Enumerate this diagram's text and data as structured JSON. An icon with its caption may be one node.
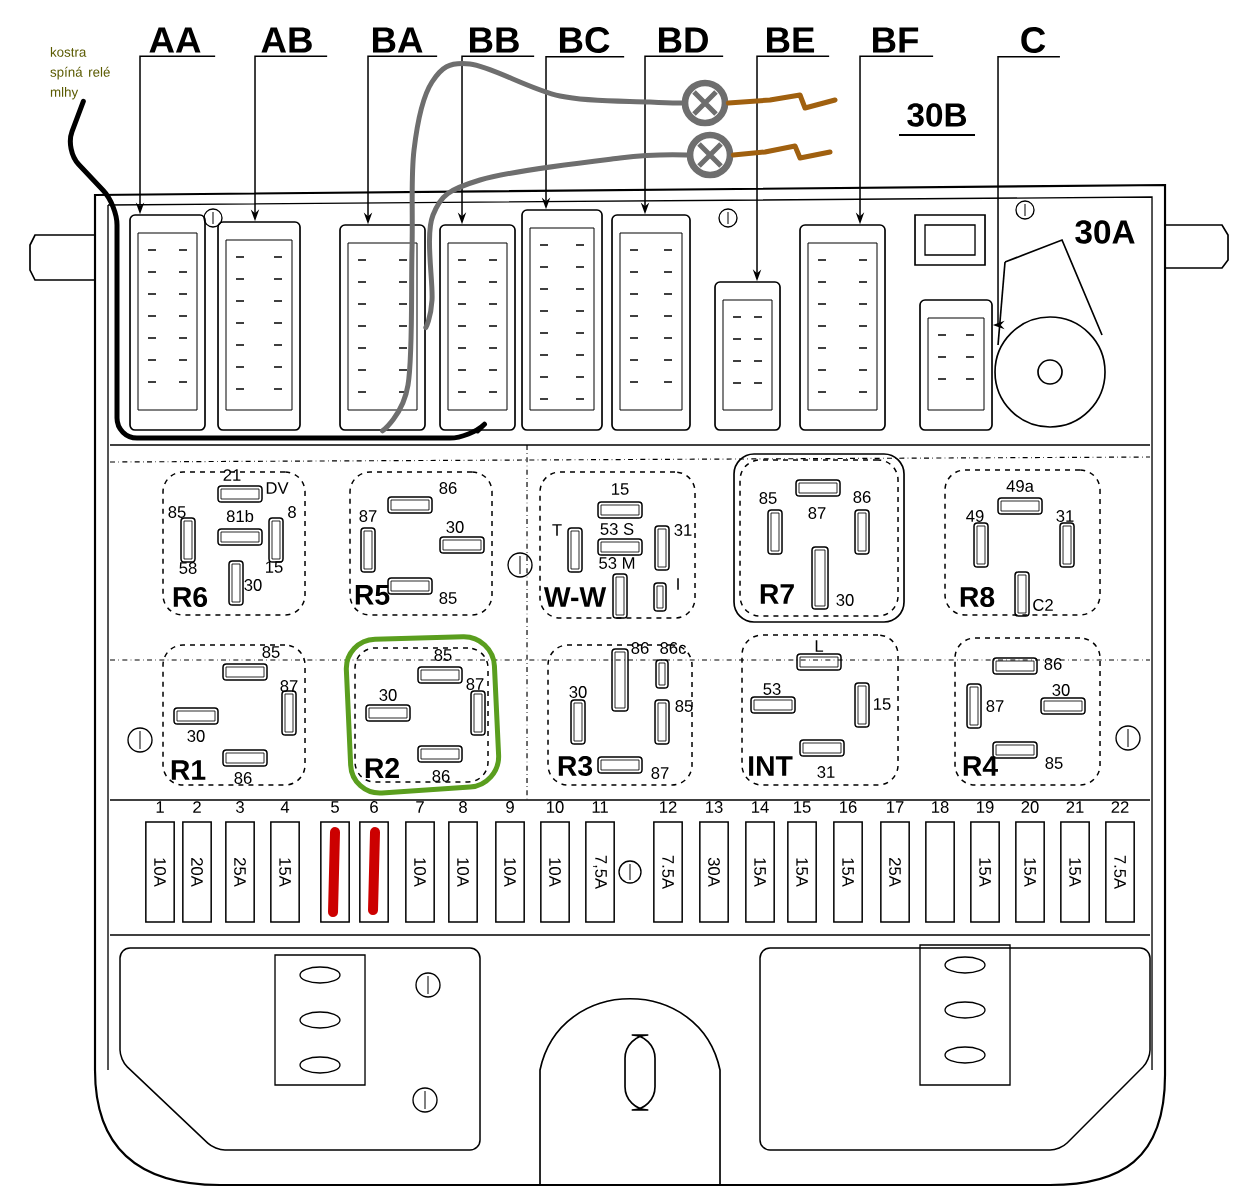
{
  "diagram": {
    "nodes": [
      {
        "text": [
          "kostra spíná relé mlhy"
        ]
      },
      {
        "text": [
          "AA"
        ]
      },
      {
        "text": [
          "AB"
        ]
      },
      {
        "text": [
          "BA"
        ]
      },
      {
        "text": [
          "BB"
        ]
      },
      {
        "text": [
          "BC"
        ]
      },
      {
        "text": [
          "BD"
        ]
      },
      {
        "text": [
          "BE"
        ]
      },
      {
        "text": [
          "BF"
        ]
      },
      {
        "text": [
          "C"
        ]
      },
      {
        "text": [],
        "shape": "circle"
      },
      {
        "text": [],
        "shape": "circle"
      },
      {
        "text": [],
        "shape": "box"
      },
      {
        "text": [],
        "shape": "box"
      },
      {
        "text": [],
        "shape": "box"
      },
      {
        "text": [],
        "shape": "box"
      },
      {
        "text": [],
        "shape": "box"
      },
      {
        "text": [],
        "shape": "box"
      },
      {
        "text": [],
        "shape": "box"
      },
      {
        "text": [],
        "shape": "box"
      },
      {
        "text": [],
        "shape": "box"
      },
      {
        "text": [
          "R6",
          "21",
          "DV",
          "85",
          "81b",
          "8",
          "58",
          "15",
          "30"
        ]
      },
      {
        "text": [
          "R5",
          "86",
          "87",
          "30",
          "85"
        ]
      },
      {
        "text": [
          "W-W",
          "15",
          "T",
          "53 S",
          "31",
          "53 M",
          "I"
        ]
      },
      {
        "text": [
          "R7",
          "85",
          "87",
          "86",
          "30"
        ]
      },
      {
        "text": [
          "R8",
          "49a",
          "49",
          "31",
          "C2"
        ]
      },
      {
        "text": [
          "R1",
          "85",
          "87",
          "30",
          "86"
        ]
      },
      {
        "text": [
          "R2",
          "85",
          "87",
          "30",
          "86"
        ]
      },
      {
        "text": [
          "R3",
          "86",
          "86c",
          "30",
          "85",
          "87"
        ]
      },
      {
        "text": [
          "INT",
          "L",
          "53",
          "15",
          "31"
        ]
      },
      {
        "text": [
          "R4",
          "86",
          "87",
          "30",
          "85"
        ]
      },
      {
        "text": [
          "10A"
        ],
        "beside": [
          "1"
        ]
      },
      {
        "text": [
          "20A"
        ],
        "beside": [
          "2"
        ]
      },
      {
        "text": [
          "25A"
        ],
        "beside": [
          "3"
        ]
      },
      {
        "text": [
          "15A"
        ],
        "beside": [
          "4"
        ]
      },
      {
        "text": [],
        "shape": "box",
        "beside": [
          "5"
        ]
      },
      {
        "text": [],
        "shape": "box",
        "beside": [
          "6"
        ]
      },
      {
        "text": [
          "10A"
        ],
        "beside": [
          "7"
        ]
      },
      {
        "text": [
          "10A"
        ],
        "beside": [
          "8"
        ]
      },
      {
        "text": [
          "10A"
        ],
        "beside": [
          "9"
        ]
      },
      {
        "text": [
          "10A"
        ],
        "beside": [
          "10"
        ]
      },
      {
        "text": [
          "7,5A"
        ],
        "beside": [
          "11"
        ]
      },
      {
        "text": [
          "7.5A"
        ],
        "beside": [
          "12"
        ]
      },
      {
        "text": [
          "30A"
        ],
        "beside": [
          "13"
        ]
      },
      {
        "text": [
          "15A"
        ],
        "beside": [
          "14"
        ]
      },
      {
        "text": [
          "15A"
        ],
        "beside": [
          "15"
        ]
      },
      {
        "text": [
          "15A"
        ],
        "beside": [
          "16"
        ]
      },
      {
        "text": [
          "25A"
        ],
        "beside": [
          "17"
        ]
      },
      {
        "text": [],
        "shape": "box",
        "beside": [
          "18"
        ]
      },
      {
        "text": [
          "15A"
        ],
        "beside": [
          "19"
        ]
      },
      {
        "text": [
          "15A"
        ],
        "beside": [
          "20"
        ]
      },
      {
        "text": [
          "15A"
        ],
        "beside": [
          "21"
        ]
      },
      {
        "text": [
          "7.5A"
        ],
        "beside": [
          "22"
        ]
      }
    ],
    "edges": [
      {
        "from": 1,
        "to": 12,
        "arrow": "to"
      },
      {
        "from": 2,
        "to": 13,
        "arrow": "to"
      },
      {
        "from": 3,
        "to": 14,
        "arrow": "to"
      },
      {
        "from": 4,
        "to": 15,
        "arrow": "to"
      },
      {
        "from": 5,
        "to": 16,
        "arrow": "to"
      },
      {
        "from": 6,
        "to": 17,
        "arrow": "to"
      },
      {
        "from": 7,
        "to": 18,
        "arrow": "to"
      },
      {
        "from": 8,
        "to": 19,
        "arrow": "to"
      },
      {
        "from": 9,
        "to": 20,
        "arrow": "to"
      },
      {
        "from": 0,
        "to": 15,
        "arrow": "none",
        "style": "thick"
      },
      {
        "from": 14,
        "to": 10,
        "arrow": "none",
        "style": "thick",
        "color": "#6e6e6e"
      },
      {
        "from": 14,
        "to": 11,
        "arrow": "none",
        "style": "thick",
        "color": "#6e6e6e"
      },
      {
        "from": 10,
        "to": null,
        "arrow": "none",
        "style": "thick",
        "color": "#a0600f"
      },
      {
        "from": 11,
        "to": null,
        "arrow": "none",
        "style": "thick",
        "color": "#a0600f"
      }
    ],
    "labels": [
      "30B",
      "30A"
    ]
  }
}
